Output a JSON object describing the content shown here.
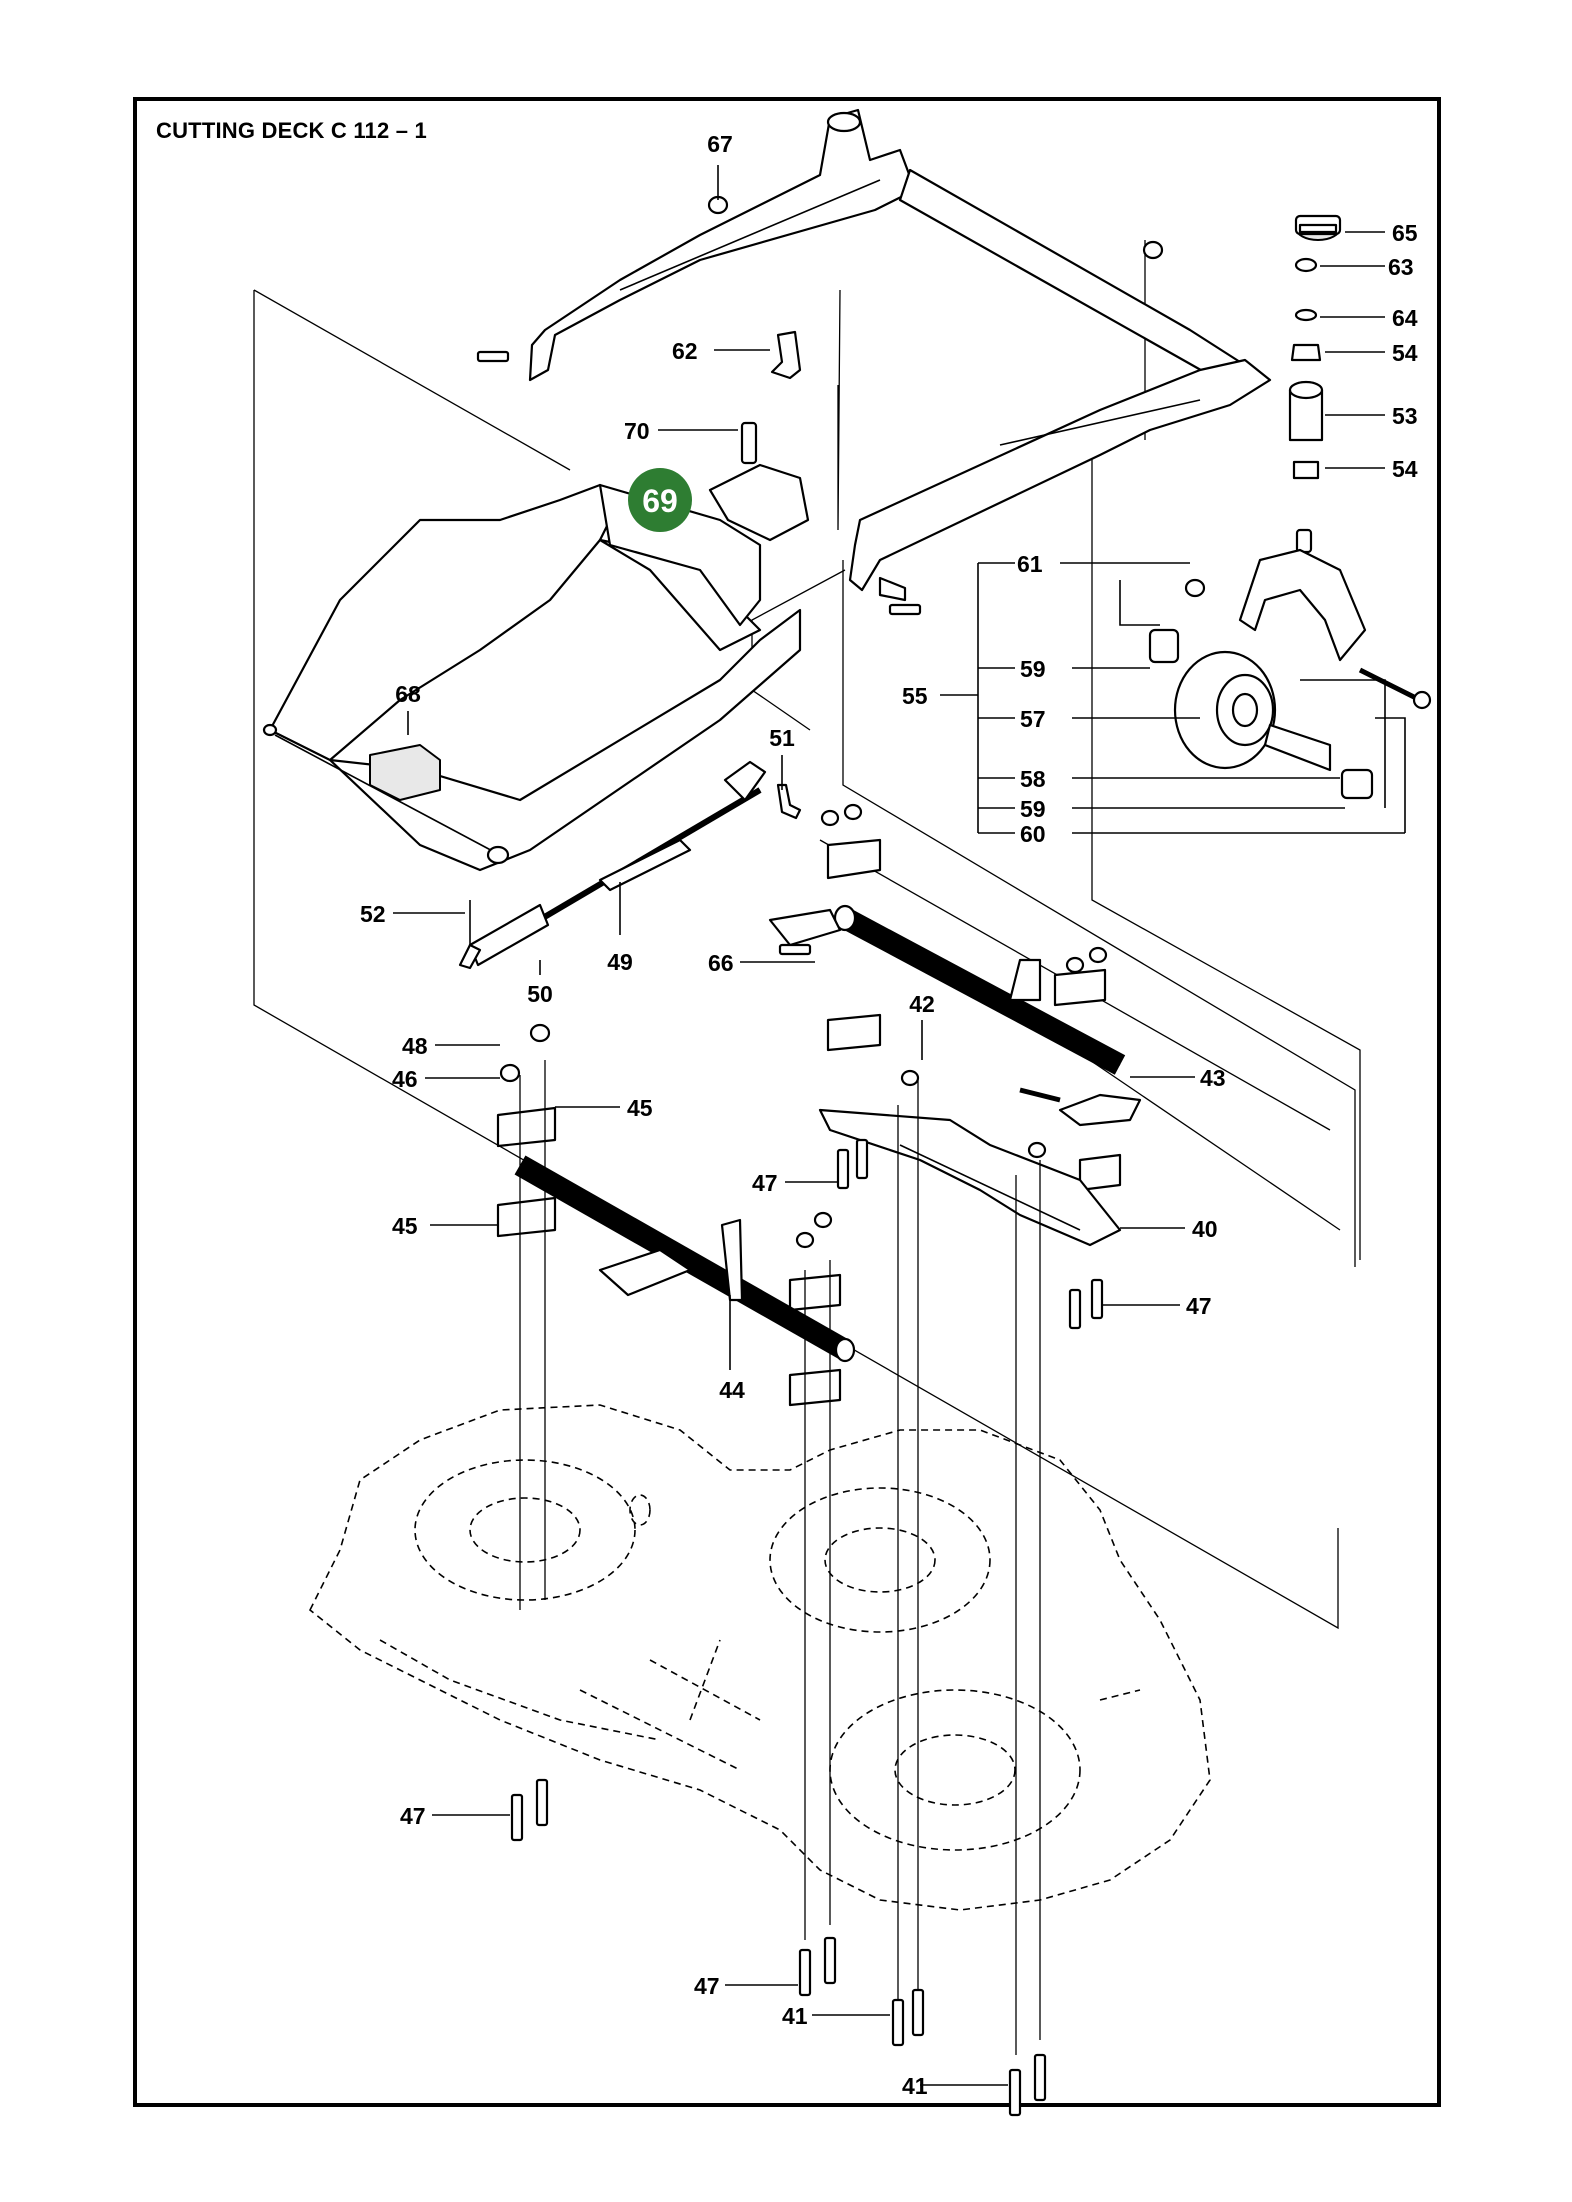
{
  "title": "CUTTING DECK C 112 – 1",
  "highlight": {
    "label": "69",
    "color": "#2e7d32"
  },
  "labels": {
    "p67": "67",
    "p65": "65",
    "p63": "63",
    "p64": "64",
    "p54a": "54",
    "p53": "53",
    "p54b": "54",
    "p62": "62",
    "p70": "70",
    "p61": "61",
    "p59a": "59",
    "p55": "55",
    "p57": "57",
    "p58": "58",
    "p59b": "59",
    "p60": "60",
    "p68": "68",
    "p51": "51",
    "p52": "52",
    "p50": "50",
    "p49": "49",
    "p66": "66",
    "p42": "42",
    "p43": "43",
    "p48": "48",
    "p46": "46",
    "p45a": "45",
    "p45b": "45",
    "p47a": "47",
    "p40": "40",
    "p47b": "47",
    "p44": "44",
    "p47c": "47",
    "p47d": "47",
    "p41a": "41",
    "p41b": "41"
  }
}
